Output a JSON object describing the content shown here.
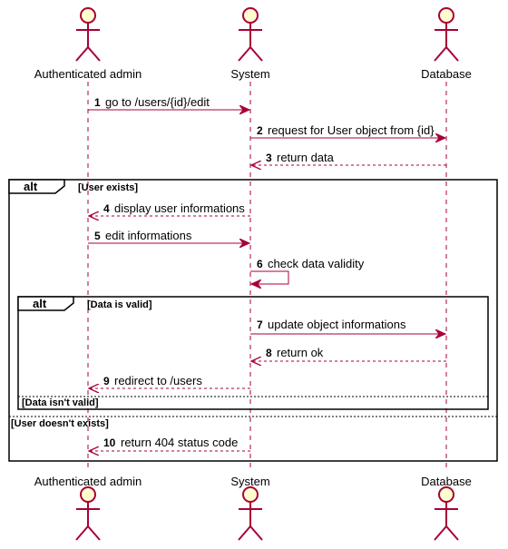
{
  "participants": [
    {
      "label": "Authenticated admin"
    },
    {
      "label": "System"
    },
    {
      "label": "Database"
    }
  ],
  "messages": [
    {
      "num": "1",
      "text": "go to /users/{id}/edit"
    },
    {
      "num": "2",
      "text": "request for User object from {id}"
    },
    {
      "num": "3",
      "text": "return data"
    },
    {
      "num": "4",
      "text": "display user informations"
    },
    {
      "num": "5",
      "text": "edit informations"
    },
    {
      "num": "6",
      "text": "check data validity"
    },
    {
      "num": "7",
      "text": "update object informations"
    },
    {
      "num": "8",
      "text": "return ok"
    },
    {
      "num": "9",
      "text": "redirect to /users"
    },
    {
      "num": "10",
      "text": "return 404 status code"
    }
  ],
  "fragments": {
    "outer": {
      "keyword": "alt",
      "guard": "[User exists]",
      "else_guard": "[User doesn't exists]"
    },
    "inner": {
      "keyword": "alt",
      "guard": "[Data is valid]",
      "else_guard": "[Data isn't valid]"
    }
  },
  "colors": {
    "line": "#A80036",
    "actor_fill": "#FEFECE",
    "fragment": "#000000"
  }
}
